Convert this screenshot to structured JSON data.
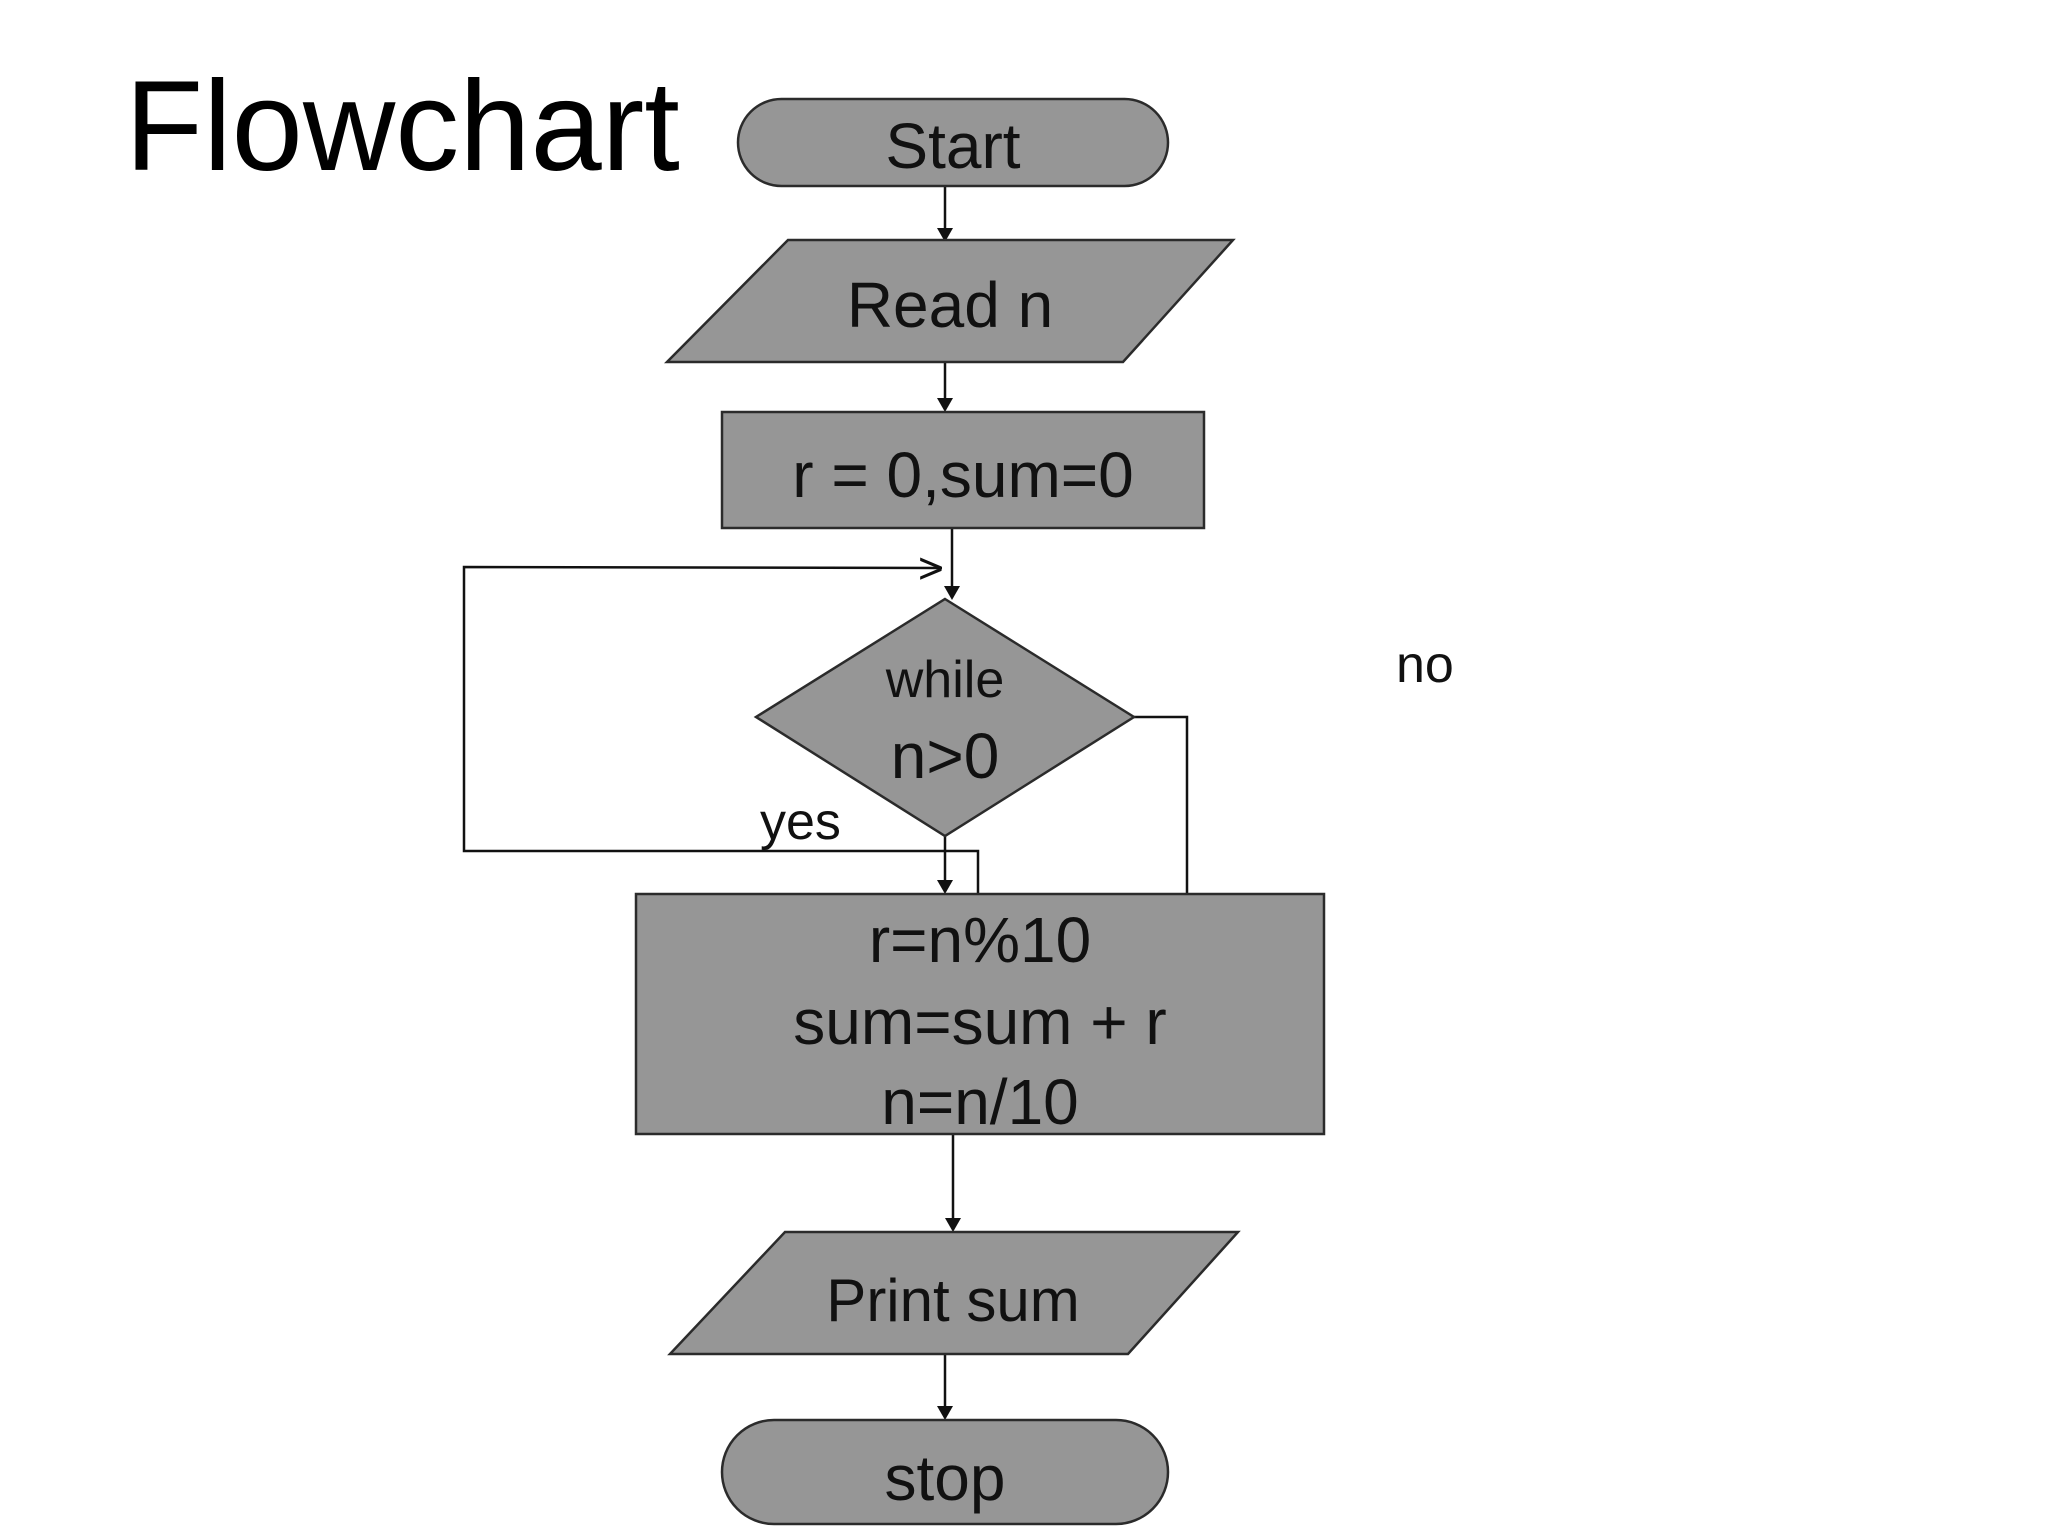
{
  "title": "Flowchart",
  "nodes": {
    "start": "Start",
    "read": "Read n",
    "init": "r = 0,sum=0",
    "condition": {
      "line1": "while",
      "line2": "n>0"
    },
    "process": {
      "line1": "r=n%10",
      "line2": "sum=sum + r",
      "line3": "n=n/10"
    },
    "print": "Print sum",
    "stop": "stop"
  },
  "edge_labels": {
    "yes": "yes",
    "no": "no",
    "loop_marker": ">"
  },
  "colors": {
    "shape_fill": "#969696",
    "shape_stroke": "#2b2b2b",
    "line": "#111111",
    "text": "#111111",
    "background": "#ffffff"
  }
}
